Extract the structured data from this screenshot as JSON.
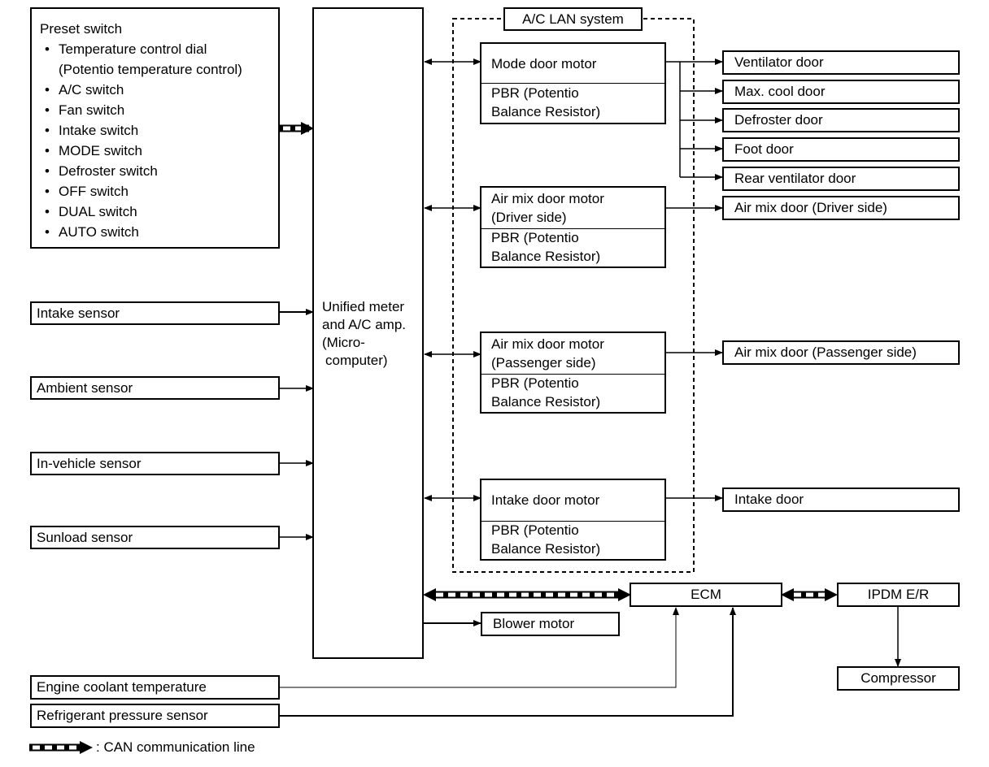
{
  "preset": {
    "title": "Preset switch",
    "items": [
      "Temperature control dial",
      "(Potentio temperature control)",
      "A/C switch",
      "Fan switch",
      "Intake switch",
      "MODE switch",
      "Defroster switch",
      "OFF switch",
      "DUAL switch",
      "AUTO switch"
    ]
  },
  "sensors": {
    "intake": "Intake sensor",
    "ambient": "Ambient sensor",
    "in_vehicle": "In-vehicle sensor",
    "sunload": "Sunload sensor",
    "coolant": "Engine coolant temperature",
    "refrigerant": "Refrigerant pressure sensor"
  },
  "amp": {
    "line1": "Unified meter",
    "line2": "and A/C amp.",
    "line3": "(Micro-",
    "line4": "computer)"
  },
  "lan": {
    "title": "A/C LAN system"
  },
  "motors": {
    "mode": {
      "name": "Mode door motor"
    },
    "mix_driver": {
      "name1": "Air mix door motor",
      "name2": "(Driver side)"
    },
    "mix_pass": {
      "name1": "Air mix door motor",
      "name2": "(Passenger side)"
    },
    "intake": {
      "name": "Intake door motor"
    },
    "pbr1": "PBR (Potentio",
    "pbr2": "Balance Resistor)"
  },
  "doors": {
    "ventilator": "Ventilator door",
    "maxcool": "Max. cool door",
    "defroster": "Defroster door",
    "foot": "Foot door",
    "rear": "Rear ventilator door",
    "mix_driver": "Air mix door (Driver side)",
    "mix_pass": "Air mix door (Passenger side)",
    "intake": "Intake door"
  },
  "ecm": "ECM",
  "ipdm": "IPDM E/R",
  "blower": "Blower motor",
  "compressor": "Compressor",
  "legend": {
    "text": ": CAN communication line"
  }
}
